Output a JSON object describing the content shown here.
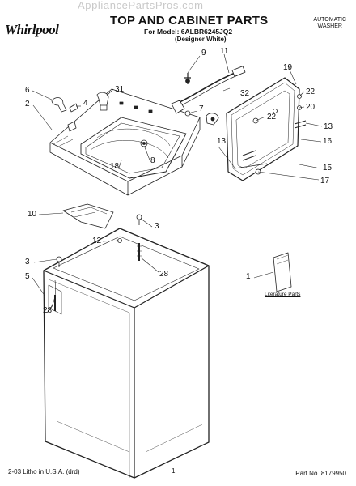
{
  "watermark": "AppliancePartsPros.com",
  "brand": "Whirlpool",
  "title": "TOP AND CABINET PARTS",
  "model_line": "For Model: 6ALBR6245JQ2",
  "variant_line": "(Designer White)",
  "product_type_line1": "AUTOMATIC",
  "product_type_line2": "WASHER",
  "literature_caption": "Literature Parts",
  "footer": {
    "left": "2-03 Litho in U.S.A. (drd)",
    "page": "1",
    "part_no": "Part No. 8179950"
  },
  "callouts": {
    "c9": "9",
    "c11": "11",
    "c19": "19",
    "c31": "31",
    "c6": "6",
    "c4": "4",
    "c2": "2",
    "c32": "32",
    "c22a": "22",
    "c22b": "22",
    "c7": "7",
    "c20": "20",
    "c13a": "13",
    "c13b": "13",
    "c16": "16",
    "c15": "15",
    "c17": "17",
    "c18": "18",
    "c8": "8",
    "c10": "10",
    "c3a": "3",
    "c12": "12",
    "c28a": "28",
    "c1": "1",
    "c3b": "3",
    "c5": "5",
    "c28b": "28"
  }
}
